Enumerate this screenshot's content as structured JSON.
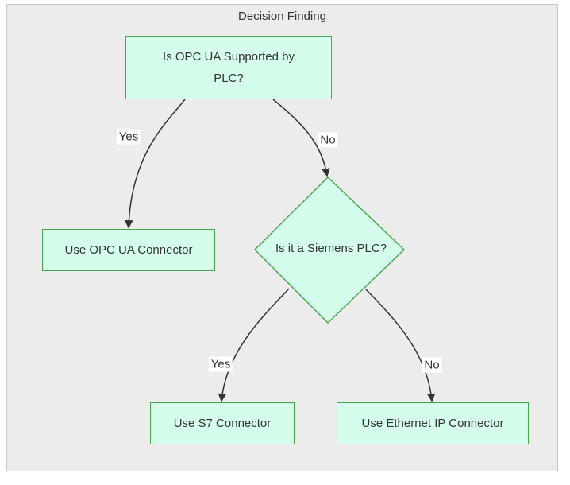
{
  "diagram": {
    "title": "Decision Finding",
    "nodes": {
      "question_opcua": {
        "label": "Is OPC UA Supported by\nPLC?",
        "shape": "rectangle"
      },
      "use_opcua": {
        "label": "Use OPC UA Connector",
        "shape": "rectangle"
      },
      "question_siemens": {
        "label": "Is it a Siemens PLC?",
        "shape": "diamond"
      },
      "use_s7": {
        "label": "Use S7 Connector",
        "shape": "rectangle"
      },
      "use_ethernet": {
        "label": "Use Ethernet IP Connector",
        "shape": "rectangle"
      }
    },
    "edges": {
      "opcua_yes": {
        "from": "question_opcua",
        "to": "use_opcua",
        "label": "Yes"
      },
      "opcua_no": {
        "from": "question_opcua",
        "to": "question_siemens",
        "label": "No"
      },
      "siemens_yes": {
        "from": "question_siemens",
        "to": "use_s7",
        "label": "Yes"
      },
      "siemens_no": {
        "from": "question_siemens",
        "to": "use_ethernet",
        "label": "No"
      }
    },
    "colors": {
      "canvas_bg": "#ececec",
      "canvas_border": "#c6c6c6",
      "node_fill": "#d5fdec",
      "node_border": "#45a94c",
      "edge": "#333333",
      "label_bg": "#ffffff",
      "text": "#333333"
    }
  }
}
